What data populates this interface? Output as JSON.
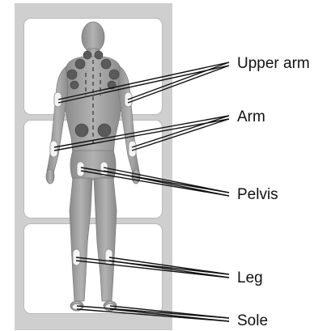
{
  "labels": {
    "upper_arm": "Upper arm",
    "arm": "Arm",
    "pelvis": "Pelvis",
    "leg": "Leg",
    "sole": "Sole"
  },
  "colors": {
    "background_strip": "#cfcfcf",
    "panel": "#ffffff",
    "body": "#9c9c9c",
    "pad_dark": "#5a5a5a",
    "pad_light": "#f4f4f4",
    "leader_line": "#111111"
  }
}
